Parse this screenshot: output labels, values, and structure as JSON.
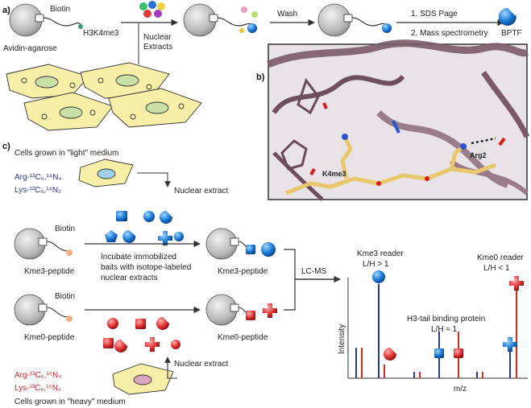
{
  "panel_a": {
    "label": "a)",
    "biotin": "Biotin",
    "h3k4me3": "H3K4me3",
    "avidin": "Avidin-agarose",
    "nuclear_extracts_1": "Nuclear",
    "nuclear_extracts_2": "Extracts",
    "wash": "Wash",
    "step1": "1. SDS Page",
    "step2": "2. Mass spectrometry",
    "bptf": "BPTF"
  },
  "panel_b": {
    "label": "b)",
    "k4me3": "K4me3",
    "arg2": "Arg2"
  },
  "panel_c": {
    "label": "c)",
    "light_title": "Cells grown in \"light\" medium",
    "light_arg": "Arg-¹²C₆,¹⁴N₄",
    "light_lys": "Lys-¹²C₆,¹⁴N₂",
    "nuclear_extract_top": "Nuclear extract",
    "biotin_top": "Biotin",
    "kme3_peptide": "Kme3-peptide",
    "incubate_1": "Incubate immobilized",
    "incubate_2": "baits with isotope-labeled",
    "incubate_3": "nuclear extracts",
    "kme3_peptide_right": "Kme3-peptide",
    "lcms": "LC-MS",
    "biotin_bottom": "Biotin",
    "kme0_peptide": "Kme0-peptide",
    "kme0_peptide_right": "Kme0-peptide",
    "nuclear_extract_bottom": "Nuclear extract",
    "heavy_arg": "Arg-¹³C₆,¹⁵N₄",
    "heavy_lys": "Lys-¹³C₆,¹⁵N₂",
    "heavy_title": "Cells grown in \"heavy\" medium",
    "ms": {
      "kme3_reader": "Kme3 reader",
      "kme3_ratio": "L/H > 1",
      "kme0_reader": "Kme0 reader",
      "kme0_ratio": "L/H < 1",
      "h3tail": "H3-tail binding protein",
      "h3tail_ratio": "L/H ≈ 1",
      "ylabel": "Intensity",
      "xlabel": "m/z"
    }
  },
  "colors": {
    "light_blue": "#2e3a8c",
    "heavy_red": "#d42b2b",
    "bead_gray": "#bdbdbd",
    "cell_yellow": "#f7eea8",
    "protein_blue": "#1a78d4",
    "protein_red": "#e03030"
  }
}
